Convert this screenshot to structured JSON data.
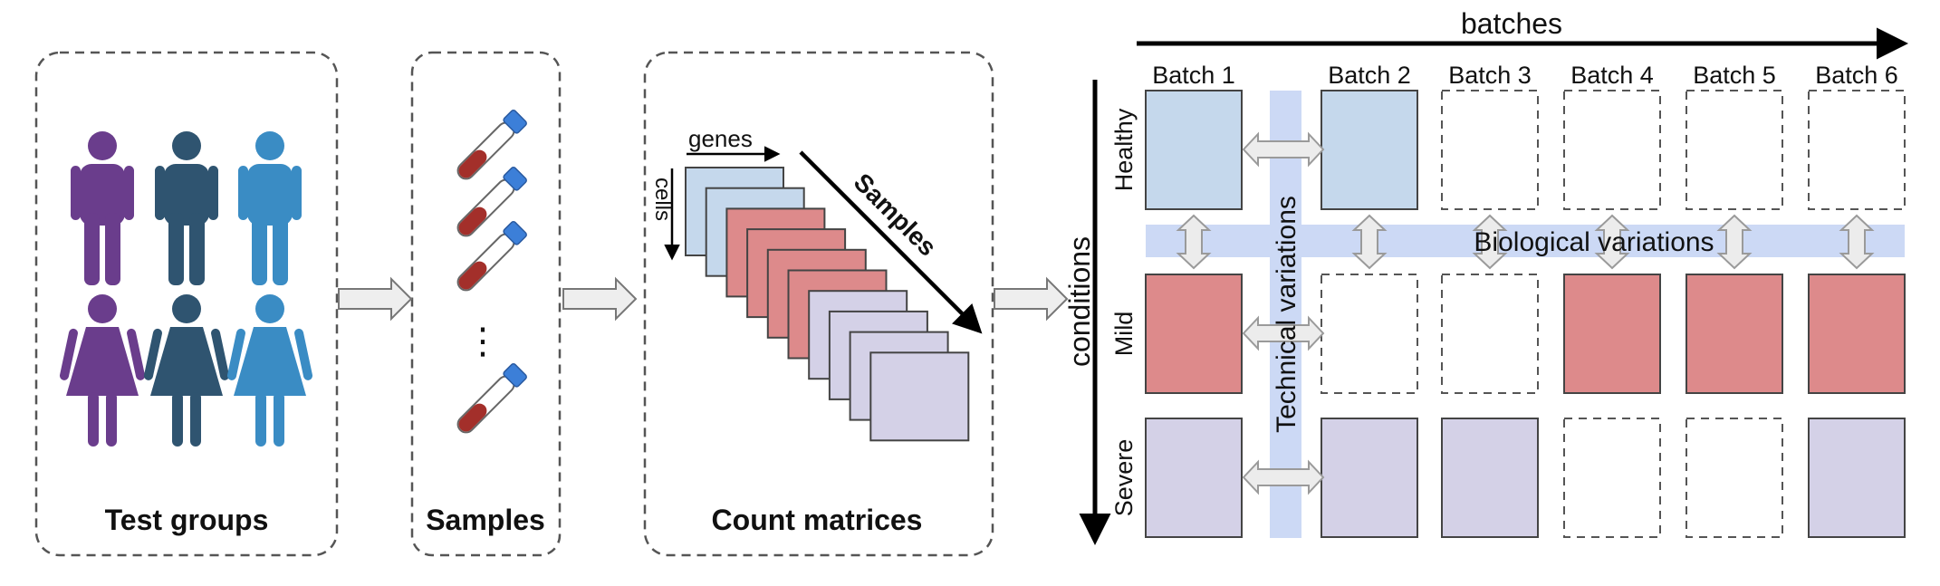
{
  "panels": {
    "test_groups": {
      "title": "Test groups"
    },
    "samples": {
      "title": "Samples",
      "ellipsis": "⋮"
    },
    "count_matrices": {
      "title": "Count matrices",
      "genes_label": "genes",
      "cells_label": "cells",
      "samples_label": "Samples"
    }
  },
  "grid": {
    "batches_label": "batches",
    "conditions_label": "conditions",
    "batch_labels": [
      "Batch 1",
      "Batch 2",
      "Batch 3",
      "Batch 4",
      "Batch 5",
      "Batch 6"
    ],
    "condition_labels": [
      "Healthy",
      "Mild",
      "Severe"
    ],
    "technical_label": "Technical variations",
    "biological_label": "Biological variations",
    "cells": [
      [
        "filled",
        "filled",
        "empty",
        "empty",
        "empty",
        "empty"
      ],
      [
        "filled",
        "empty",
        "empty",
        "filled",
        "filled",
        "filled"
      ],
      [
        "filled",
        "filled",
        "filled",
        "empty",
        "empty",
        "filled"
      ]
    ]
  },
  "colors": {
    "healthy": "#c5d8ec",
    "mild": "#dd8a8b",
    "severe": "#d4d1e7",
    "person_purple": "#6a3d8c",
    "person_navy": "#2f5470",
    "person_blue": "#3a8cc4",
    "band": "#ccd9f5"
  }
}
